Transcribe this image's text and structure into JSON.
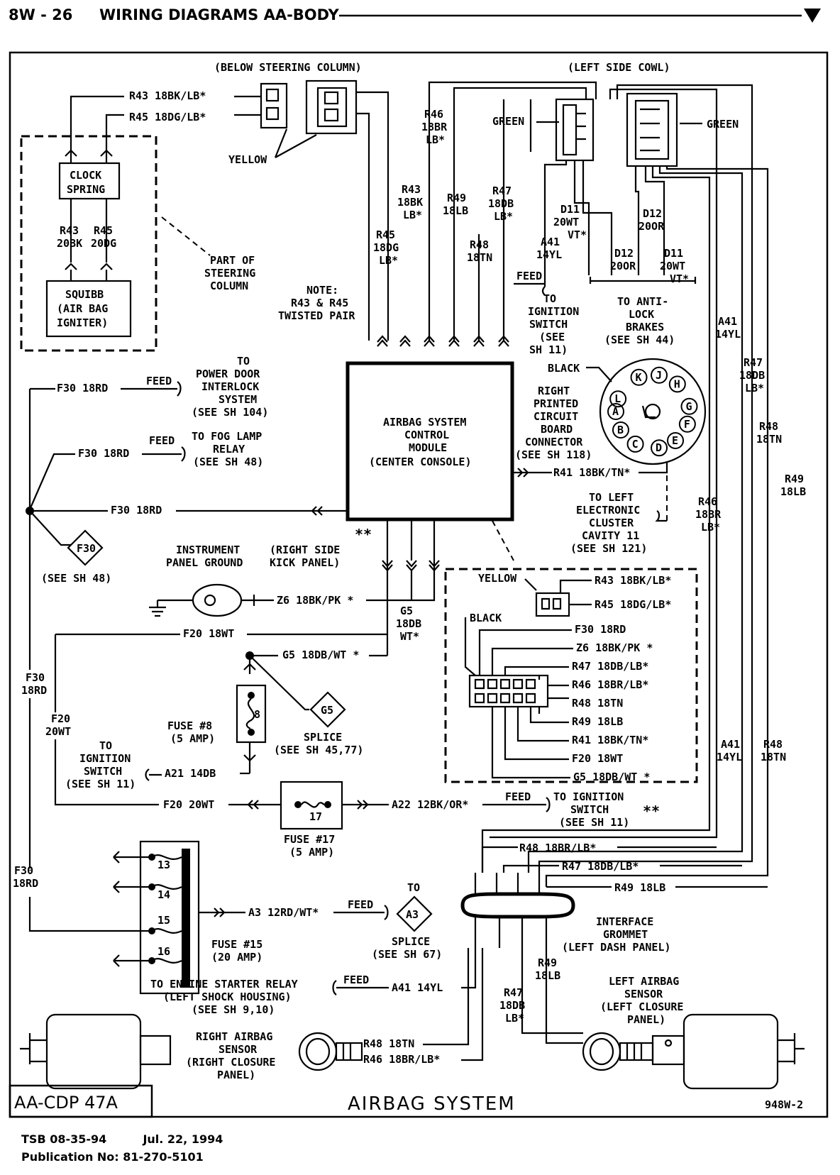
{
  "header": {
    "page": "8W - 26",
    "title": "WIRING DIAGRAMS AA-BODY"
  },
  "diagram_title": "AIRBAG SYSTEM",
  "sheet_id": "AA-CDP 47A",
  "drawing_no": "948W-2",
  "footer": {
    "tsb": "TSB 08-35-94",
    "date": "Jul. 22, 1994",
    "publication": "Publication No: 81-270-5101"
  },
  "locations": {
    "below_column": "(BELOW STEERING COLUMN)",
    "left_cowl": "(LEFT SIDE COWL)"
  },
  "labels": {
    "r43_bk": "R43 18BK/LB*",
    "r45_dg": "R45 18DG/LB*",
    "yellow": "YELLOW",
    "green_l": "GREEN",
    "green_r": "GREEN",
    "clock1": "CLOCK",
    "clock2": "SPRING",
    "r43a": "R43",
    "r45a": "R45",
    "r43b": "20BK",
    "r45b": "20DG",
    "squib1": "SQUIBB",
    "squib2": "(AIR BAG",
    "squib3": "IGNITER)",
    "poc1": "PART OF",
    "poc2": "STEERING",
    "poc3": "COLUMN",
    "note1": "NOTE:",
    "note2": "R43 & R45",
    "note3": "TWISTED PAIR",
    "v_r46a": "R46",
    "v_r46b": "18BR",
    "v_r46c": "LB*",
    "v_r43a": "R43",
    "v_r43b": "18BK",
    "v_r43c": "LB*",
    "v_r49a": "R49",
    "v_r49b": "18LB",
    "v_r47a": "R47",
    "v_r47b": "18DB",
    "v_r47c": "LB*",
    "v_r45a": "R45",
    "v_r45b": "18DG",
    "v_r45c": "LB*",
    "v_r48a": "R48",
    "v_r48b": "18TN",
    "a41a": "A41",
    "a41b": "14YL",
    "d11a": "D11",
    "d11b": "20WT",
    "d11c": "VT*",
    "d12a": "D12",
    "d12b": "20OR",
    "d12c": "D12",
    "d12d": "20OR",
    "d11d": "D11",
    "d11e": "20WT",
    "d11f": "VT*",
    "feed_ign": "FEED",
    "to_ign1": "TO",
    "to_ign2": "IGNITION",
    "to_ign3": "SWITCH",
    "to_ign4": "(SEE",
    "to_ign5": "SH 11)",
    "abs1": "TO ANTI-",
    "abs2": "LOCK",
    "abs3": "BRAKES",
    "abs4": "(SEE SH 44)",
    "black_conn": "BLACK",
    "pcb1": "RIGHT",
    "pcb2": "PRINTED",
    "pcb3": "CIRCUIT",
    "pcb4": "BOARD",
    "pcb5": "CONNECTOR",
    "pcb6": "(SEE SH 118)",
    "r41": "R41 18BK/TN*",
    "clus1": "TO LEFT",
    "clus2": "ELECTRONIC",
    "clus3": "CLUSTER",
    "clus4": "CAVITY 11",
    "clus5": "(SEE SH 121)",
    "f30_top": "F30 18RD",
    "feed_pdi": "FEED",
    "pdi1": "TO",
    "pdi2": "POWER DOOR",
    "pdi3": "INTERLOCK",
    "pdi4": "SYSTEM",
    "pdi5": "(SEE SH 104)",
    "f30_fog": "F30 18RD",
    "feed_fog": "FEED",
    "fog1": "TO FOG LAMP",
    "fog2": "RELAY",
    "fog3": "(SEE SH 48)",
    "module1": "AIRBAG SYSTEM",
    "module2": "CONTROL",
    "module3": "MODULE",
    "module4": "(CENTER CONSOLE)",
    "f30_mod": "F30 18RD",
    "f30_node": "F30",
    "see48": "(SEE SH 48)",
    "ipg1": "INSTRUMENT",
    "ipg2": "PANEL GROUND",
    "kick1": "(RIGHT SIDE",
    "kick2": "KICK PANEL)",
    "stars_mod": "**",
    "z6": "Z6 18BK/PK *",
    "g5a": "G5",
    "g5b": "18DB",
    "g5c": "WT*",
    "f20_top": "F20 18WT",
    "g5_splice_wire": "G5 18DB/WT *",
    "g5_node": "G5",
    "f30_left1": "F30",
    "f30_left2": "18RD",
    "f20_left1": "F20",
    "f20_left2": "20WT",
    "fuse8a": "FUSE #8",
    "fuse8b": "(5 AMP)",
    "fuse8num": "8",
    "splice1": "SPLICE",
    "splice2": "(SEE SH 45,77)",
    "ign21": "TO",
    "ign22": "IGNITION",
    "ign23": "SWITCH",
    "ign24": "(SEE SH 11)",
    "a21": "A21 14DB",
    "f20_20wt": "F20 20WT",
    "fuse17num": "17",
    "fuse17a": "FUSE #17",
    "fuse17b": "(5 AMP)",
    "a22": "A22 12BK/OR*",
    "feed_a22": "FEED",
    "ign_a22a": "TO IGNITION",
    "ign_a22b": "SWITCH",
    "ign_a22c": "(SEE SH 11)",
    "stars_ign": "**",
    "c_yellow": "YELLOW",
    "c_r43": "R43 18BK/LB*",
    "c_r45": "R45 18DG/LB*",
    "c_black": "BLACK",
    "c_f30": "F30 18RD",
    "c_z6": "Z6 18BK/PK *",
    "c_r47": "R47 18DB/LB*",
    "c_r46": "R46 18BR/LB*",
    "c_r48": "R48 18TN",
    "c_r49": "R49 18LB",
    "c_r41": "R41 18BK/TN*",
    "c_f20": "F20 18WT",
    "c_g5": "G5 18DB/WT *",
    "rv_a41a": "A41",
    "rv_a41b": "14YL",
    "rv_r47a": "R47",
    "rv_r47b": "18DB",
    "rv_r47c": "LB*",
    "rv_r48a": "R48",
    "rv_r48b": "18TN",
    "rv_r49a": "R49",
    "rv_r49b": "18LB",
    "rv_r46a": "R46",
    "rv_r46b": "18BR",
    "rv_r46c": "LB*",
    "rl_a41a": "A41",
    "rl_a41b": "14YL",
    "rl_r48a": "R48",
    "rl_r48b": "18TN",
    "g_r48": "R48 18BR/LB*",
    "g_r47": "R47 18DB/LB*",
    "g_r49": "R49 18LB",
    "f30_low1": "F30",
    "f30_low2": "18RD",
    "fb13": "13",
    "fb14": "14",
    "fb15": "15",
    "fb16": "16",
    "a3": "A3 12RD/WT*",
    "feed_a3": "FEED",
    "a3_to": "TO",
    "a3_node": "A3",
    "a3s1": "SPLICE",
    "a3s2": "(SEE SH 67)",
    "fuse15a": "FUSE #15",
    "fuse15b": "(20 AMP)",
    "grom1": "INTERFACE",
    "grom2": "GROMMET",
    "grom3": "(LEFT DASH PANEL)",
    "starter1": "TO ENGINE STARTER RELAY",
    "starter2": "(LEFT SHOCK HOUSING)",
    "starter3": "(SEE SH 9,10)",
    "feed_starter": "FEED",
    "a41_low": "A41 14YL",
    "b_r49a": "R49",
    "b_r49b": "18LB",
    "b_r47a": "R47",
    "b_r47b": "18DB",
    "b_r47c": "LB*",
    "lsens1": "LEFT AIRBAG",
    "lsens2": "SENSOR",
    "lsens3": "(LEFT CLOSURE",
    "lsens4": "PANEL)",
    "rsens1": "RIGHT AIRBAG",
    "rsens2": "SENSOR",
    "rsens3": "(RIGHT CLOSURE",
    "rsens4": "PANEL)",
    "rs_r48": "R48 18TN",
    "rs_r46": "R46 18BR/LB*"
  },
  "pcb_pins": [
    "K",
    "J",
    "H",
    "L",
    "G",
    "A",
    "F",
    "B",
    "E",
    "C",
    "D"
  ]
}
